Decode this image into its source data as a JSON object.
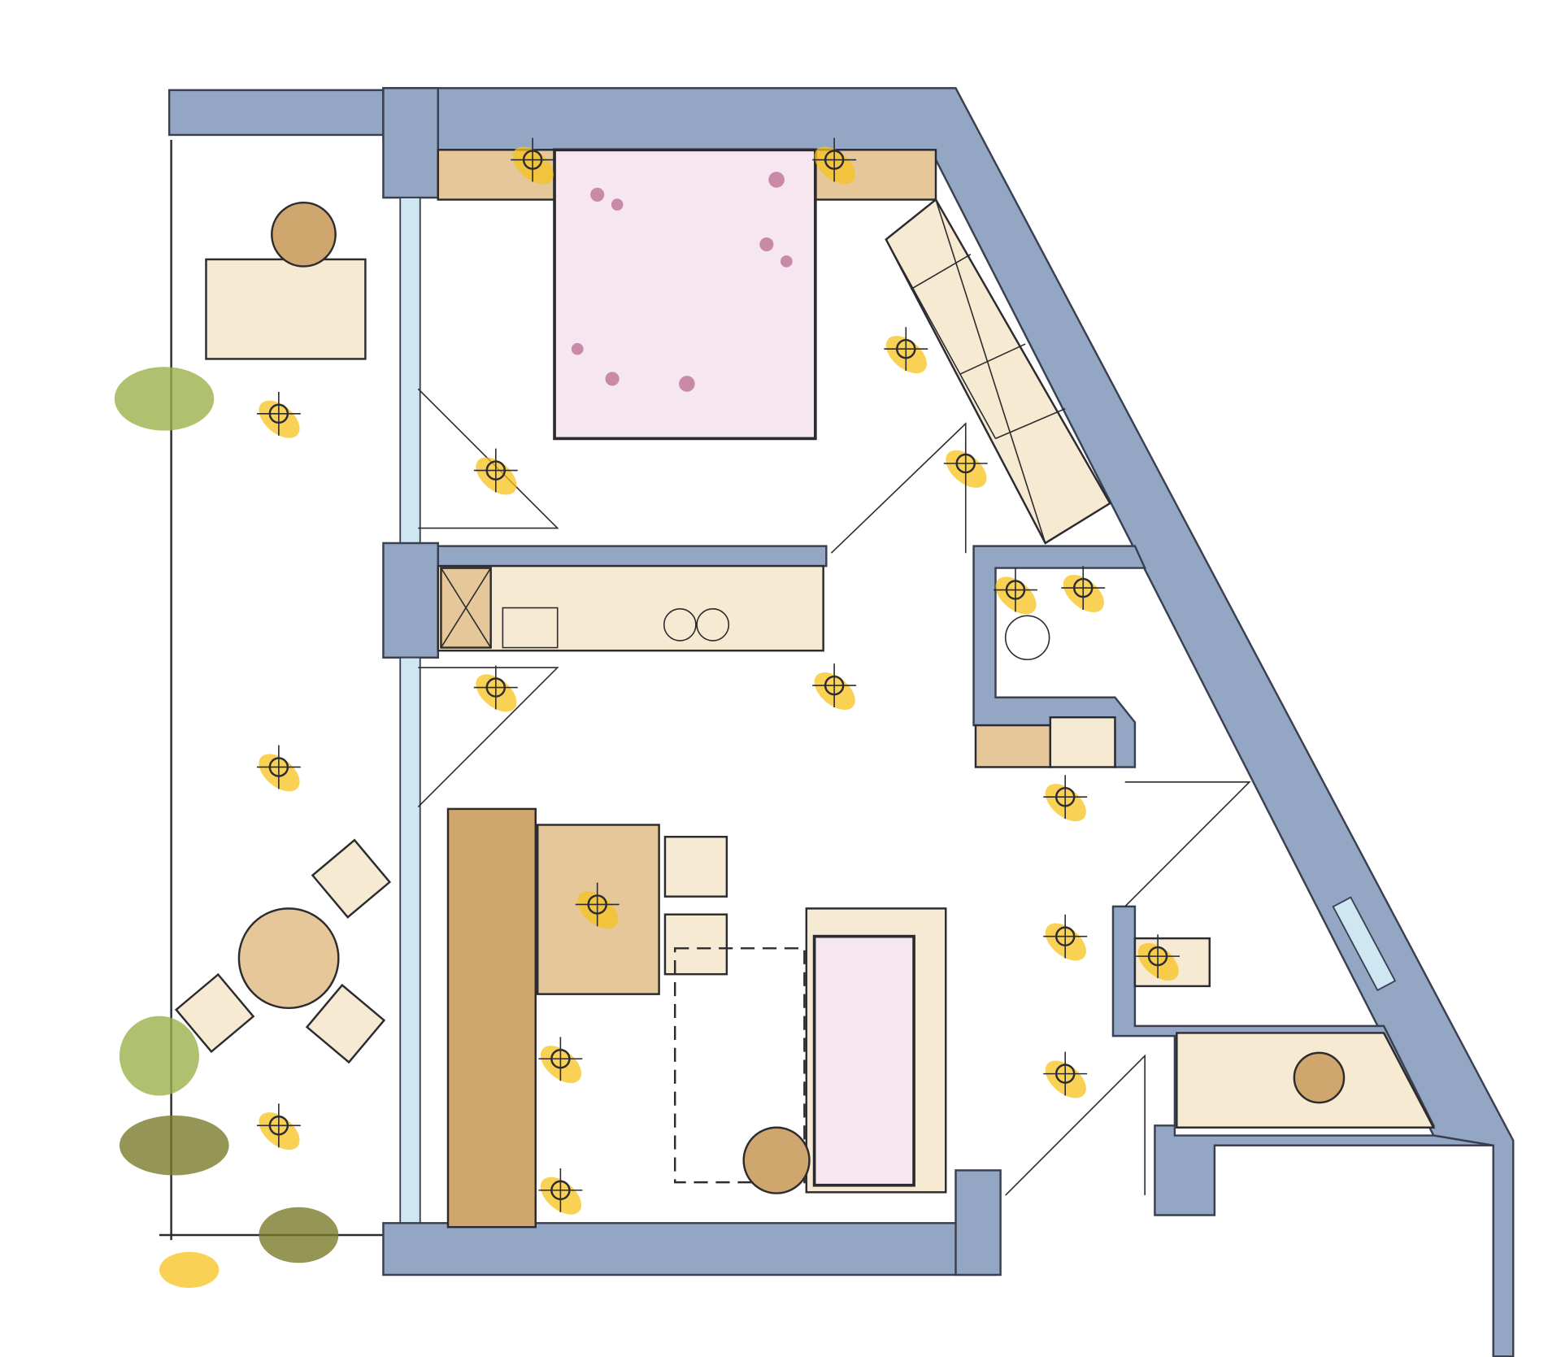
{
  "drawing": {
    "kind": "hand-drawn apartment floor plan",
    "colors": {
      "wall": "#93a6c4",
      "glass": "#cfe6f3",
      "wood": "#e6c79a",
      "wood_dark": "#cfa66e",
      "bed_linen": "#f6e6f0",
      "accent_pink": "#c98aa8",
      "light_glow": "#f6c21c",
      "plant": "#9bb24a"
    },
    "rooms": [
      "terrace",
      "bedroom",
      "kitchen",
      "living-dining",
      "bathroom",
      "storage"
    ],
    "icons": [
      "ceiling-light-icon",
      "plant-icon",
      "door-swing-icon"
    ]
  }
}
